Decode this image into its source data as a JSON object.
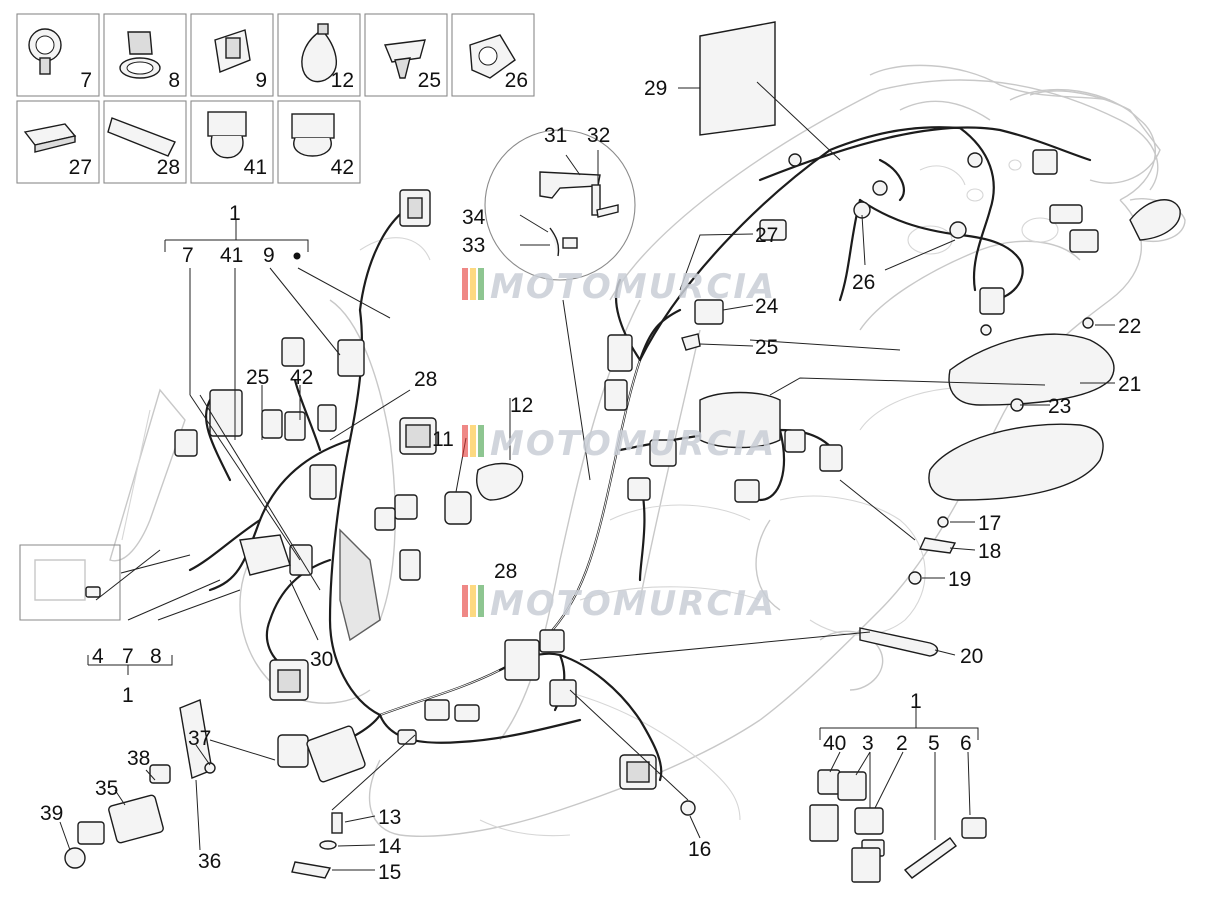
{
  "watermark": {
    "text": "MOTOMURCIA",
    "stripe_colors": [
      "#e53935",
      "#fbc02d",
      "#43a047"
    ]
  },
  "kit_boxes": [
    {
      "label": "7"
    },
    {
      "label": "8"
    },
    {
      "label": "9"
    },
    {
      "label": "12"
    },
    {
      "label": "25"
    },
    {
      "label": "26"
    },
    {
      "label": "27"
    },
    {
      "label": "28"
    },
    {
      "label": "41"
    },
    {
      "label": "42"
    }
  ],
  "callouts": {
    "n1_top": "1",
    "n7_top": "7",
    "n41_top": "41",
    "n9_top": "9",
    "n25_left": "25",
    "n42_left": "42",
    "n28_upper": "28",
    "n30": "30",
    "n4": "4",
    "n7_bot": "7",
    "n8_bot": "8",
    "n1_bot": "1",
    "n31": "31",
    "n32": "32",
    "n34": "34",
    "n33": "33",
    "n12": "12",
    "n11": "11",
    "n28_mid": "28",
    "n29": "29",
    "n27": "27",
    "n24": "24",
    "n25": "25",
    "n26": "26",
    "n22": "22",
    "n21": "21",
    "n23": "23",
    "n17": "17",
    "n18": "18",
    "n19": "19",
    "n20": "20",
    "n37": "37",
    "n38": "38",
    "n35": "35",
    "n39": "39",
    "n36": "36",
    "n13": "13",
    "n14": "14",
    "n15": "15",
    "n16": "16",
    "n1_fuse": "1",
    "n40": "40",
    "n3": "3",
    "n2": "2",
    "n5": "5",
    "n6": "6"
  }
}
